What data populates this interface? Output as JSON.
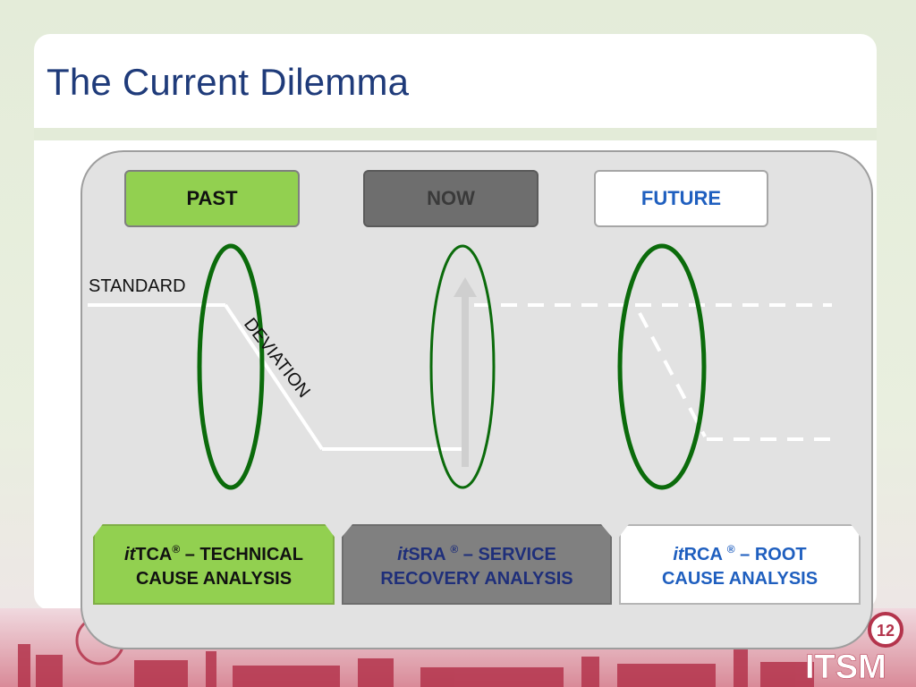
{
  "title": "The Current Dilemma",
  "tabs": {
    "past": "PAST",
    "now": "NOW",
    "future": "FUTURE"
  },
  "diagram": {
    "standard_label": "STANDARD",
    "deviation_label": "DEVIATION"
  },
  "boxes": {
    "tca": {
      "prefix": "it",
      "name": "TCA",
      "mark": "®",
      "rest": " – TECHNICAL",
      "line2": "CAUSE ANALYSIS"
    },
    "sra": {
      "prefix": "it",
      "name": "SRA ",
      "mark": "®",
      "rest": " – SERVICE",
      "line2": "RECOVERY ANALYSIS"
    },
    "rca": {
      "prefix": "it",
      "name": "RCA ",
      "mark": "®",
      "rest": " – ROOT",
      "line2": "CAUSE ANALYSIS"
    }
  },
  "logo": {
    "text": "ITSM",
    "badge": "12"
  },
  "colors": {
    "title": "#1f3b7a",
    "past_green": "#92d050",
    "ellipse_green": "#0b6b0b",
    "future_blue": "#1f5fbf"
  }
}
